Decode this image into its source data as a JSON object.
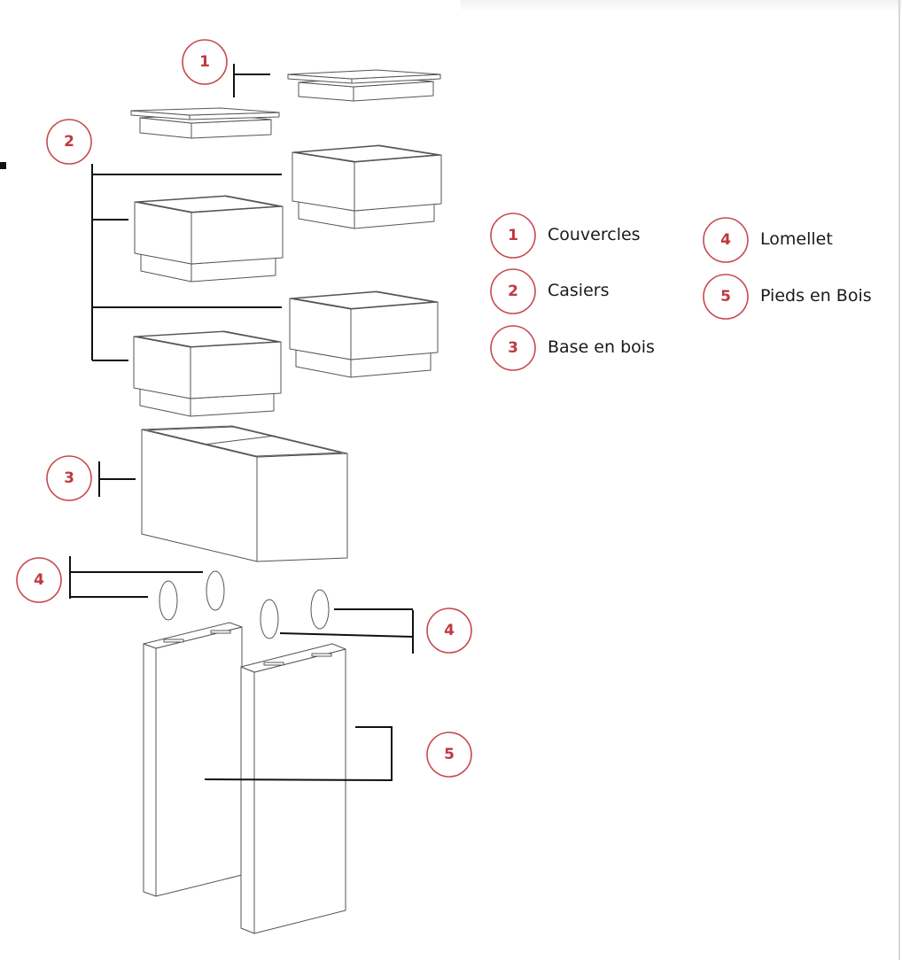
{
  "callouts": [
    "1",
    "2",
    "3",
    "4",
    "4",
    "5"
  ],
  "legend": [
    {
      "num": "1",
      "label": "Couvercles"
    },
    {
      "num": "2",
      "label": "Casiers"
    },
    {
      "num": "3",
      "label": "Base en bois"
    },
    {
      "num": "4",
      "label": "Lomellet"
    },
    {
      "num": "5",
      "label": "Pieds en Bois"
    }
  ],
  "colors": {
    "accent": "#c0393f",
    "line": "#111111"
  }
}
